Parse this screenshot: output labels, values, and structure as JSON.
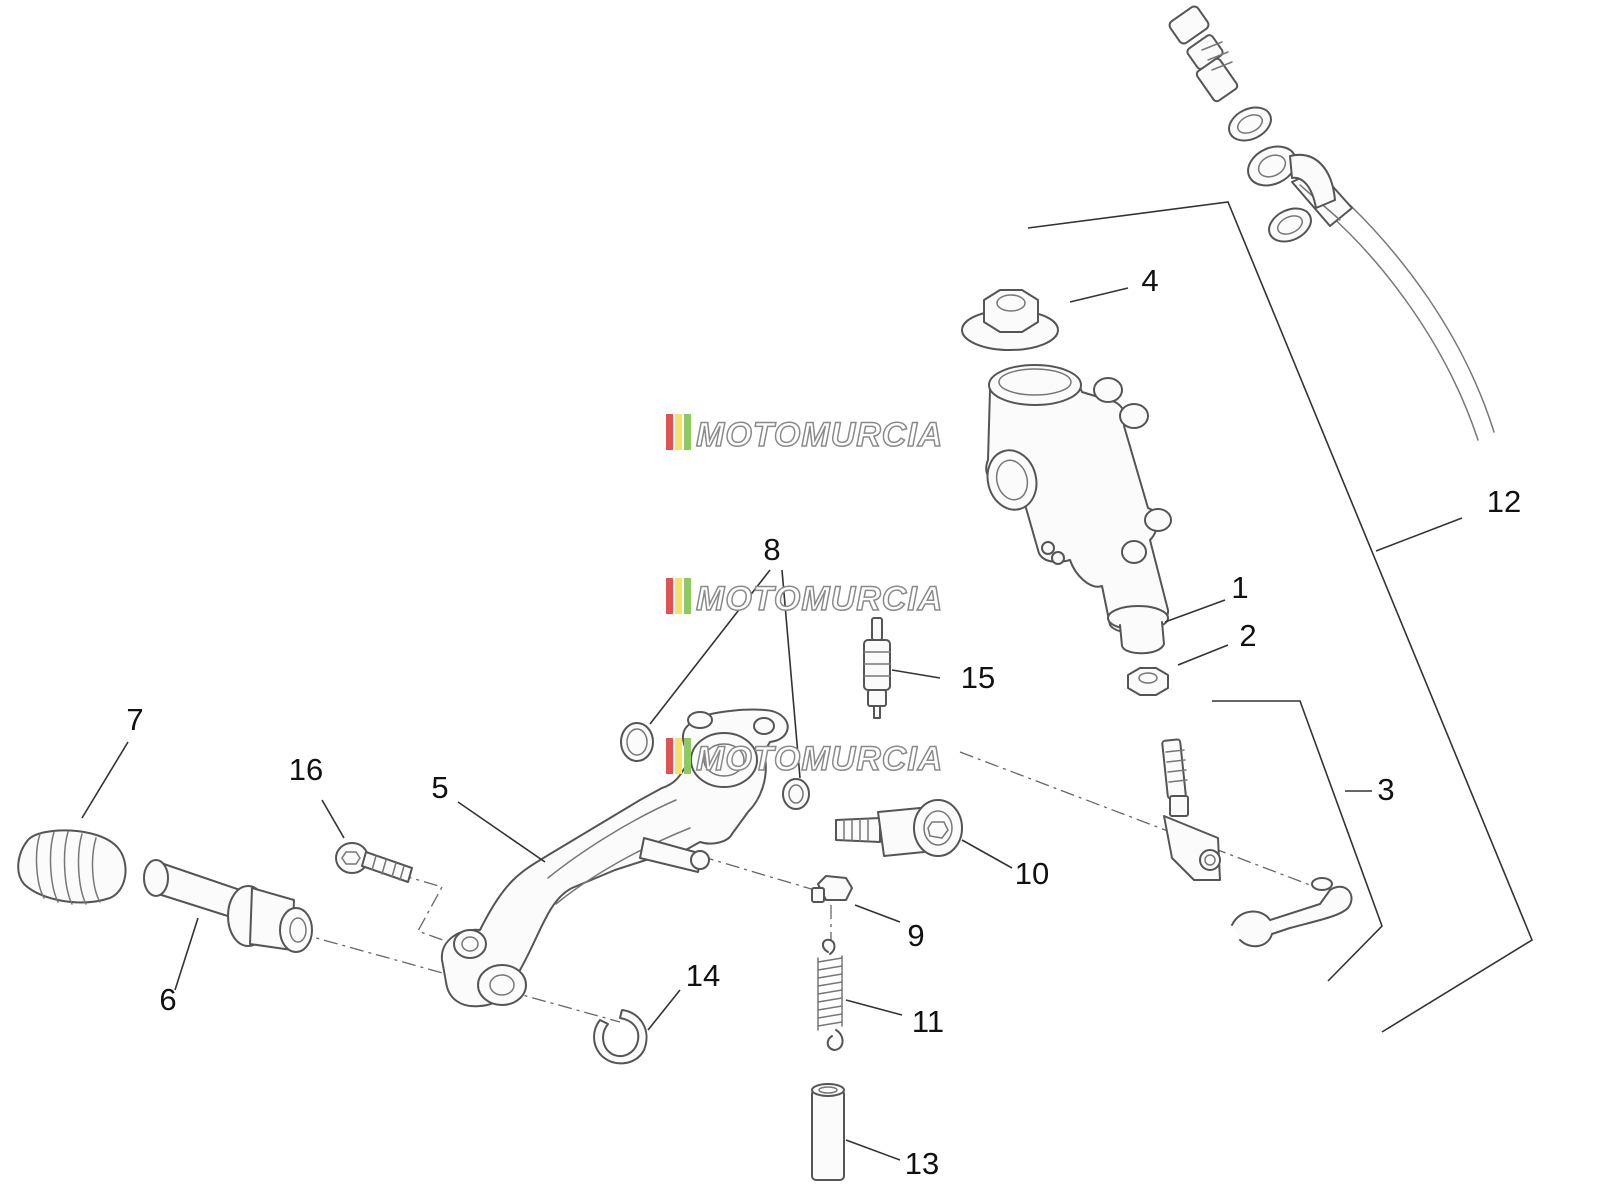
{
  "diagram": {
    "callouts": [
      "1",
      "2",
      "3",
      "4",
      "5",
      "6",
      "7",
      "8",
      "9",
      "10",
      "11",
      "12",
      "13",
      "14",
      "15",
      "16"
    ]
  },
  "watermark": {
    "text": "MOTOMURCIA",
    "stripe_colors": [
      "#e05252",
      "#f3e36a",
      "#8cc963"
    ]
  }
}
